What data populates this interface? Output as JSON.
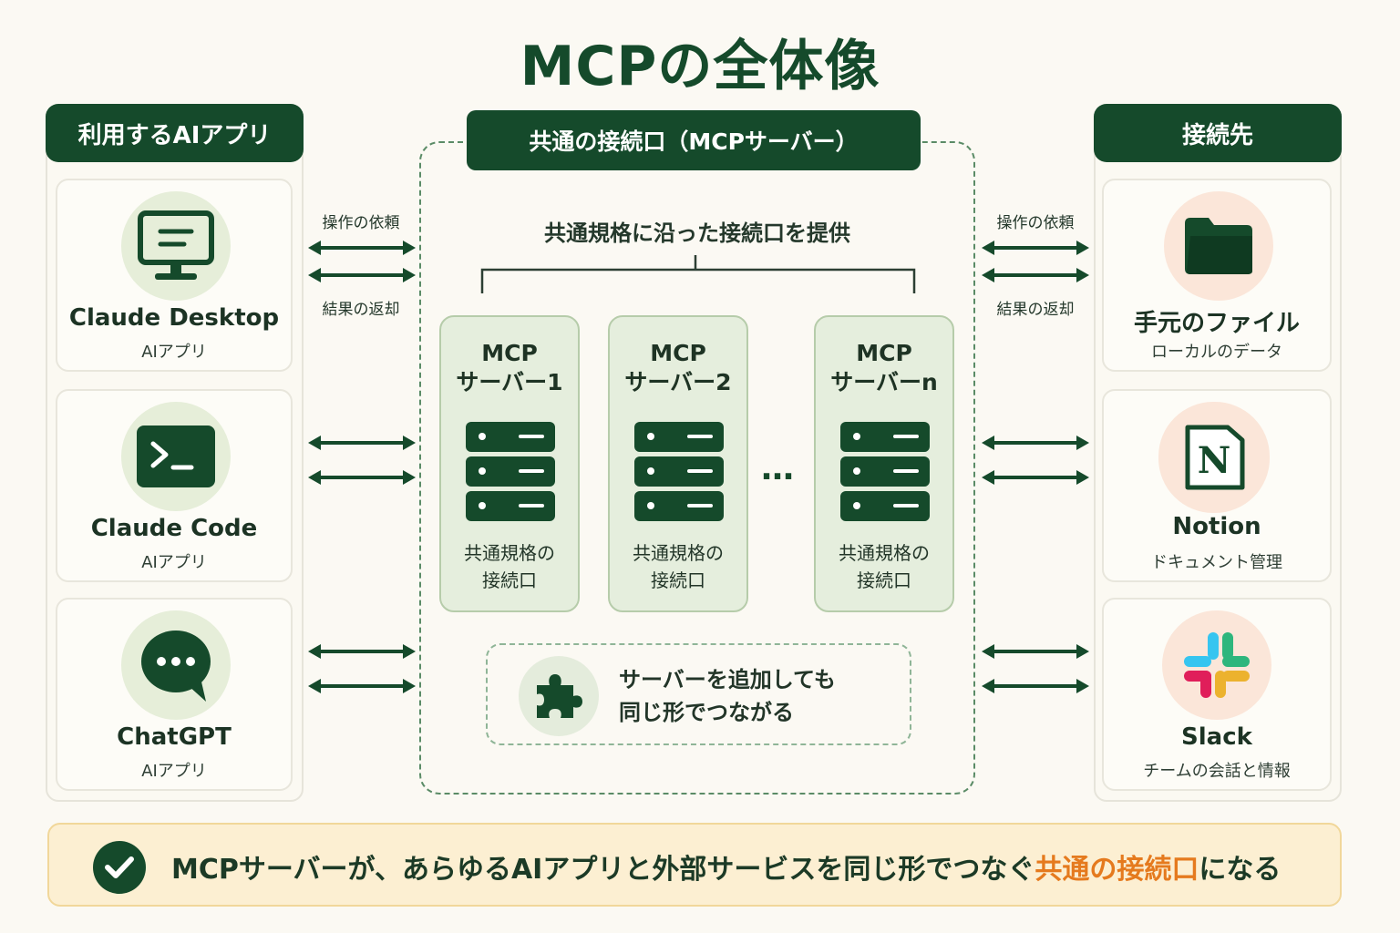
{
  "title": "MCPの全体像",
  "left": {
    "header": "利用するAIアプリ",
    "apps": [
      {
        "name": "Claude Desktop",
        "sub": "AIアプリ",
        "icon": "monitor-icon"
      },
      {
        "name": "Claude Code",
        "sub": "AIアプリ",
        "icon": "terminal-icon"
      },
      {
        "name": "ChatGPT",
        "sub": "AIアプリ",
        "icon": "chat-bubble-icon"
      }
    ]
  },
  "arrows": {
    "request_label": "操作の依頼",
    "result_label": "結果の返却"
  },
  "center": {
    "header": "共通の接続口（MCPサーバー）",
    "subtitle": "共通規格に沿った接続口を提供",
    "servers": [
      {
        "line1": "MCP",
        "line2": "サーバー1",
        "desc1": "共通規格の",
        "desc2": "接続口"
      },
      {
        "line1": "MCP",
        "line2": "サーバー2",
        "desc1": "共通規格の",
        "desc2": "接続口"
      },
      {
        "line1": "MCP",
        "line2": "サーバーn",
        "desc1": "共通規格の",
        "desc2": "接続口"
      }
    ],
    "ellipsis": "…",
    "add_line1": "サーバーを追加しても",
    "add_line2": "同じ形でつながる"
  },
  "right": {
    "header": "接続先",
    "targets": [
      {
        "name": "手元のファイル",
        "sub": "ローカルのデータ",
        "icon": "folder-icon"
      },
      {
        "name": "Notion",
        "sub": "ドキュメント管理",
        "icon": "notion-logo-icon"
      },
      {
        "name": "Slack",
        "sub": "チームの会話と情報",
        "icon": "slack-logo-icon"
      }
    ]
  },
  "bottom": {
    "text_before": "MCPサーバーが、あらゆるAIアプリと外部サービスを同じ形でつなぐ",
    "highlight": "共通の接続口",
    "text_after": "になる"
  },
  "colors": {
    "primary": "#154a2b",
    "highlight": "#e57a1e",
    "bottom_bg": "#fcefd2"
  }
}
